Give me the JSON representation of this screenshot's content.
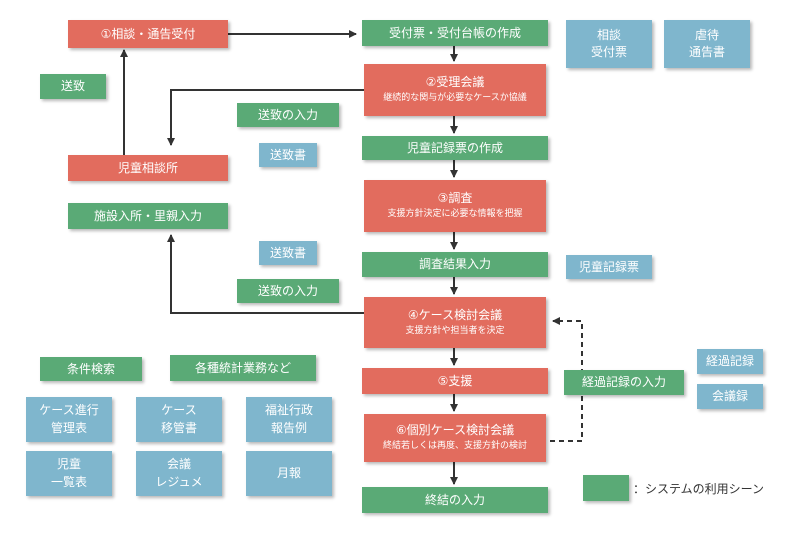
{
  "flow": {
    "consult": "①相談・通告受付",
    "ticket": "受付票・受付台帳の作成",
    "intake_title": "②受理会議",
    "intake_sub": "継続的な関与が必要なケースか協議",
    "referral_input_1": "送致の入力",
    "child_center": "児童相談所",
    "record_create": "児童記録票の作成",
    "investigate_title": "③調査",
    "investigate_sub": "支援方針決定に必要な情報を把握",
    "facility_input": "施設入所・里親入力",
    "result_input": "調査結果入力",
    "referral_input_2": "送致の入力",
    "review_title": "④ケース検討会議",
    "review_sub": "支援方針や担当者を決定",
    "support": "⑤支援",
    "individual_title": "⑥個別ケース検討会議",
    "individual_sub": "終結若しくは再度、支援方針の検討",
    "closing_input": "終結の入力",
    "progress_input": "経過記録の入力",
    "referral": "送致"
  },
  "documents": {
    "consult_ticket": [
      "相談",
      "受付票"
    ],
    "abuse_notice": [
      "虐待",
      "通告書"
    ],
    "referral_doc_1": "送致書",
    "referral_doc_2": "送致書",
    "child_record": "児童記録票",
    "progress_record": "経過記録",
    "minutes": "会議録"
  },
  "bottom": {
    "condition_search": "条件検索",
    "statistics": "各種統計業務など",
    "case_progress": [
      "ケース進行",
      "管理表"
    ],
    "case_transfer": [
      "ケース",
      "移管書"
    ],
    "welfare_report": [
      "福祉行政",
      "報告例"
    ],
    "child_list": [
      "児童",
      "一覧表"
    ],
    "meeting_resume": [
      "会議",
      "レジュメ"
    ],
    "monthly": "月報"
  },
  "legend": {
    "label": "：システムの利用シーン"
  },
  "colors": {
    "process": "#e26c5e",
    "system": "#5aaa76",
    "document": "#7fb6cd",
    "arrow": "#333333"
  }
}
